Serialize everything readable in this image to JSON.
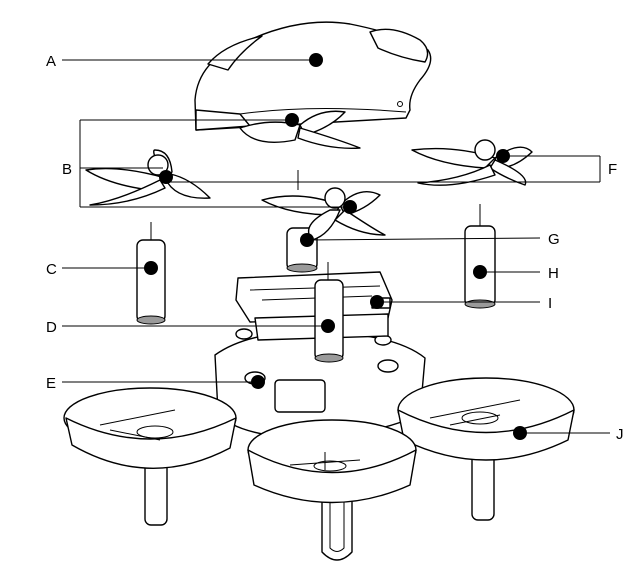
{
  "labels": {
    "a": "A",
    "b": "B",
    "c": "C",
    "d": "D",
    "e": "E",
    "f": "F",
    "g": "G",
    "h": "H",
    "i": "I",
    "j": "J"
  }
}
